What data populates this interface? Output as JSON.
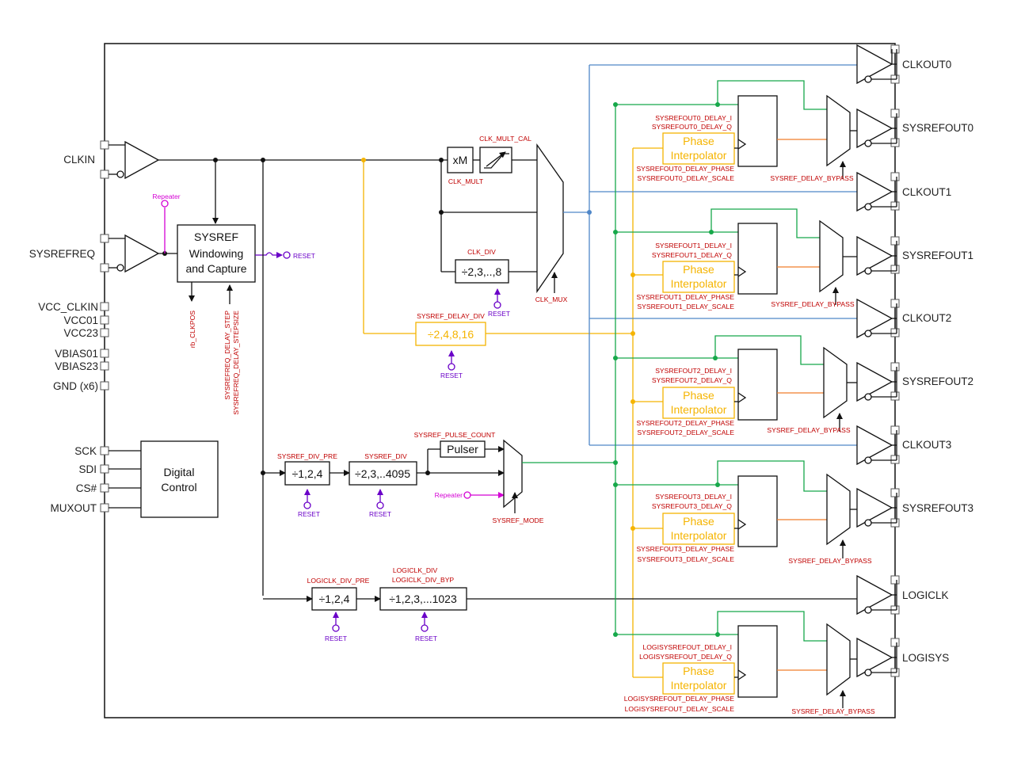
{
  "pins_left": {
    "clkin": "CLKIN",
    "sysrefreq": "SYSREFREQ",
    "vcc_clkin": "VCC_CLKIN",
    "vcc01": "VCC01",
    "vcc23": "VCC23",
    "vbias01": "VBIAS01",
    "vbias23": "VBIAS23",
    "gnd": "GND (x6)",
    "sck": "SCK",
    "sdi": "SDI",
    "cs": "CS#",
    "muxout": "MUXOUT"
  },
  "pins_right": {
    "clkout0": "CLKOUT0",
    "sysrefout0": "SYSREFOUT0",
    "clkout1": "CLKOUT1",
    "sysrefout1": "SYSREFOUT1",
    "clkout2": "CLKOUT2",
    "sysrefout2": "SYSREFOUT2",
    "clkout3": "CLKOUT3",
    "sysrefout3": "SYSREFOUT3",
    "logiclk": "LOGICLK",
    "logisys": "LOGISYS"
  },
  "blocks": {
    "sysref_window_1": "SYSREF",
    "sysref_window_2": "Windowing",
    "sysref_window_3": "and Capture",
    "digital_1": "Digital",
    "digital_2": "Control",
    "xm": "xM",
    "clk_div": "÷2,3,..,8",
    "sysref_delay_div": "÷2,4,8,16",
    "sysref_div_pre": "÷1,2,4",
    "sysref_div": "÷2,3,..4095",
    "pulser": "Pulser",
    "logiclk_div_pre": "÷1,2,4",
    "logiclk_div": "÷1,2,3,...1023",
    "phase_1": "Phase",
    "phase_2": "Interpolator"
  },
  "annotations": {
    "repeater": "Repeater",
    "reset": "RESET",
    "rb_clkpos": "rb_CLKPOS",
    "sysrefreq_delay_step": "SYSREFREQ_DELAY_STEP",
    "sysrefreq_delay_stepsize": "SYSREFREQ_DELAY_STEPSIZE",
    "clk_mult_cal": "CLK_MULT_CAL",
    "clk_mult": "CLK_MULT",
    "clk_div": "CLK_DIV",
    "clk_mux": "CLK_MUX",
    "sysref_delay_div": "SYSREF_DELAY_DIV",
    "sysref_div_pre": "SYSREF_DIV_PRE",
    "sysref_div": "SYSREF_DIV",
    "sysref_pulse_count": "SYSREF_PULSE_COUNT",
    "sysref_mode": "SYSREF_MODE",
    "logiclk_div_pre": "LOGICLK_DIV_PRE",
    "logiclk_div": "LOGICLK_DIV",
    "logiclk_div_byp": "LOGICLK_DIV_BYP",
    "sysref_delay_bypass": "SYSREF_DELAY_BYPASS",
    "ch0_i": "SYSREFOUT0_DELAY_I",
    "ch0_q": "SYSREFOUT0_DELAY_Q",
    "ch0_phase": "SYSREFOUT0_DELAY_PHASE",
    "ch0_scale": "SYSREFOUT0_DELAY_SCALE",
    "ch1_i": "SYSREFOUT1_DELAY_I",
    "ch1_q": "SYSREFOUT1_DELAY_Q",
    "ch1_phase": "SYSREFOUT1_DELAY_PHASE",
    "ch1_scale": "SYSREFOUT1_DELAY_SCALE",
    "ch2_i": "SYSREFOUT2_DELAY_I",
    "ch2_q": "SYSREFOUT2_DELAY_Q",
    "ch2_phase": "SYSREFOUT2_DELAY_PHASE",
    "ch2_scale": "SYSREFOUT2_DELAY_SCALE",
    "ch3_i": "SYSREFOUT3_DELAY_I",
    "ch3_q": "SYSREFOUT3_DELAY_Q",
    "ch3_phase": "SYSREFOUT3_DELAY_PHASE",
    "ch3_scale": "SYSREFOUT3_DELAY_SCALE",
    "chl_i": "LOGISYSREFOUT_DELAY_I",
    "chl_q": "LOGISYSREFOUT_DELAY_Q",
    "chl_phase": "LOGISYSREFOUT_DELAY_PHASE",
    "chl_scale": "LOGISYSREFOUT_DELAY_SCALE"
  },
  "colors": {
    "clock_path": "#4f87c8",
    "sysref_path": "#16a84a",
    "delay_path": "#f5b400",
    "interp_out": "#f07d2a",
    "reset": "#6a00c8",
    "repeater": "#d400d4",
    "register_label": "#c00000"
  }
}
